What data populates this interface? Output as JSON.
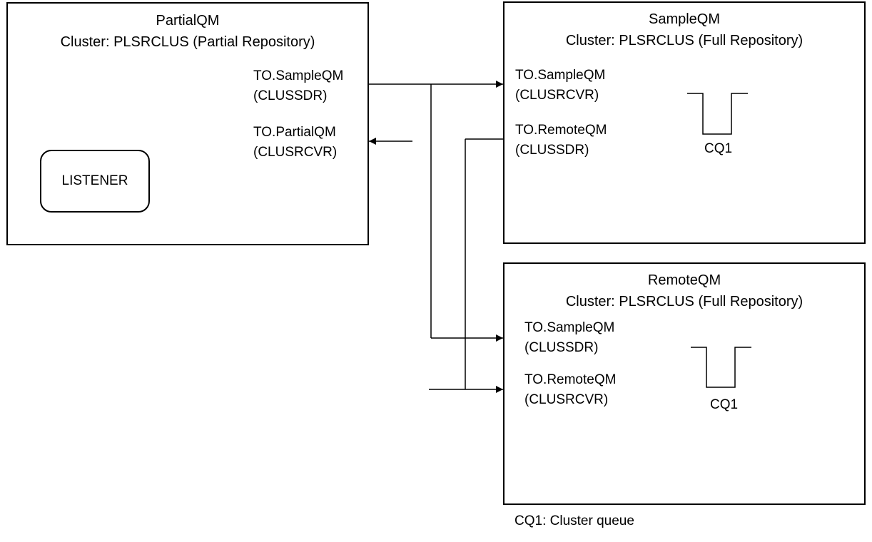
{
  "partial_qm": {
    "name": "PartialQM",
    "cluster": "Cluster: PLSRCLUS (Partial Repository)",
    "channels": [
      {
        "name": "TO.SampleQM",
        "type": "(CLUSSDR)"
      },
      {
        "name": "TO.PartialQM",
        "type": "(CLUSRCVR)"
      }
    ],
    "listener": "LISTENER"
  },
  "sample_qm": {
    "name": "SampleQM",
    "cluster": "Cluster: PLSRCLUS (Full Repository)",
    "channels": [
      {
        "name": "TO.SampleQM",
        "type": "(CLUSRCVR)"
      },
      {
        "name": "TO.RemoteQM",
        "type": "(CLUSSDR)"
      }
    ],
    "queue": "CQ1"
  },
  "remote_qm": {
    "name": "RemoteQM",
    "cluster": "Cluster: PLSRCLUS (Full Repository)",
    "channels": [
      {
        "name": "TO.SampleQM",
        "type": "(CLUSSDR)"
      },
      {
        "name": "TO.RemoteQM",
        "type": "(CLUSRCVR)"
      }
    ],
    "queue": "CQ1"
  },
  "legend": "CQ1: Cluster queue",
  "colors": {
    "line": "#000000",
    "background": "#ffffff"
  }
}
